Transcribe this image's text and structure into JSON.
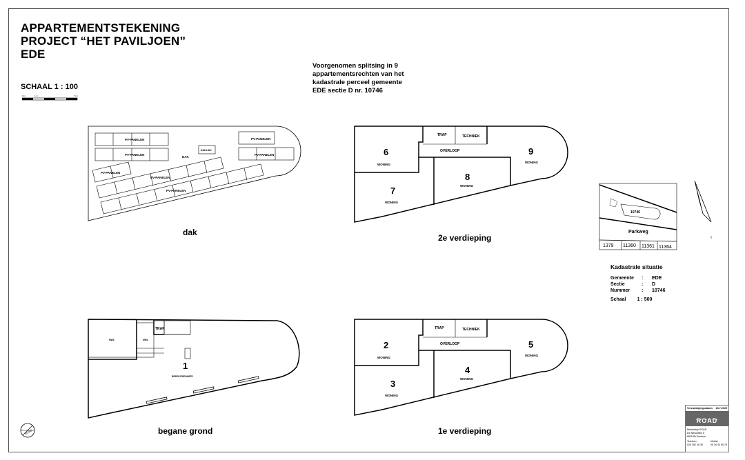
{
  "title": {
    "line1": "APPARTEMENTSTEKENING",
    "line2": "PROJECT “HET PAVILJOEN”",
    "line3": "EDE"
  },
  "schaal": "SCHAAL 1 : 100",
  "description": {
    "line1": "Voorgenomen splitsing in 9",
    "line2": "appartementsrechten van het",
    "line3": "kadastrale perceel gemeente",
    "line4": "EDE sectie D nr. 10746"
  },
  "plans": {
    "dak": {
      "label": "dak",
      "dak_text": "DAK",
      "dakluik": "DAKLUIK",
      "pv1": "PV-PANELEN",
      "pv2": "PV-PANELEN",
      "pv3": "PV-PANELEN",
      "pv4": "PV-PANELEN",
      "pv5": "PV-PANELEN",
      "pv6": "PV-PANELEN",
      "pv7": "PV-PANELEN"
    },
    "second": {
      "label": "2e verdieping",
      "trap": "TRAP",
      "techniek": "TECHNIEK",
      "overloop": "OVERLOOP",
      "units": [
        {
          "num": "6",
          "type": "WONING"
        },
        {
          "num": "7",
          "type": "WONING"
        },
        {
          "num": "8",
          "type": "WONING"
        },
        {
          "num": "9",
          "type": "WONING"
        }
      ]
    },
    "ground": {
      "label": "begane grond",
      "trap": "TRAP",
      "unit": "1",
      "unit_type": "BEDRIJFSRUIMTE"
    },
    "first": {
      "label": "1e verdieping",
      "trap": "TRAP",
      "techniek": "TECHNIEK",
      "overloop": "OVERLOOP",
      "units": [
        {
          "num": "2",
          "type": "WONING"
        },
        {
          "num": "3",
          "type": "WONING"
        },
        {
          "num": "4",
          "type": "WONING"
        },
        {
          "num": "5",
          "type": "WONING"
        }
      ]
    }
  },
  "kadaster": {
    "map_parcel": "10746",
    "map_street": "Parkweg",
    "map_neighbors": [
      "1379",
      "11360",
      "11361",
      "11364"
    ],
    "title": "Kadastrale situatie",
    "rows": [
      {
        "key": "Gemeente",
        "val": "EDE"
      },
      {
        "key": "Sectie",
        "val": "D"
      },
      {
        "key": "Nummer",
        "val": "10746"
      }
    ],
    "schaal_key": "Schaal",
    "schaal_val": "1 : 500"
  },
  "titleblock": {
    "date_label": "Vervaardigingsdatum:",
    "date": "23-7-2025",
    "logo": "ROAD",
    "logo_sub": "ARCHITECTEN",
    "addr1": "Meetentop ROAD",
    "addr2": "De Nieuwelkn 6",
    "addr3": "6826 BX Arnhem",
    "tel_label": "Telefoon",
    "tel": "026 382 36 36",
    "mob_label": "Mobiel",
    "mob": "06 26 44 65 78"
  },
  "colors": {
    "line": "#000000",
    "frame": "#555555",
    "titleblock_logo_bg": "#666666"
  }
}
